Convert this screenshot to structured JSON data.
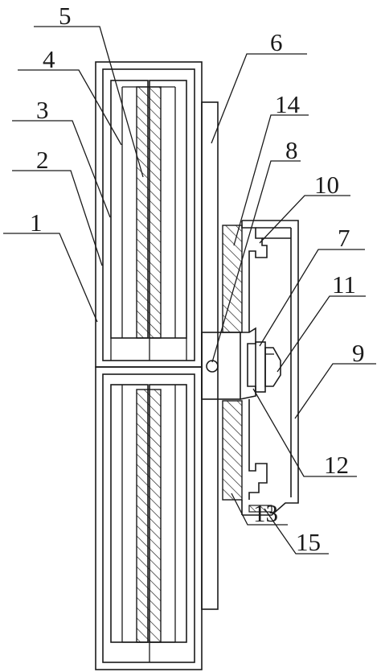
{
  "figure": {
    "labels": [
      "1",
      "2",
      "3",
      "4",
      "5",
      "6",
      "7",
      "8",
      "9",
      "10",
      "11",
      "12",
      "13",
      "14",
      "15"
    ]
  }
}
